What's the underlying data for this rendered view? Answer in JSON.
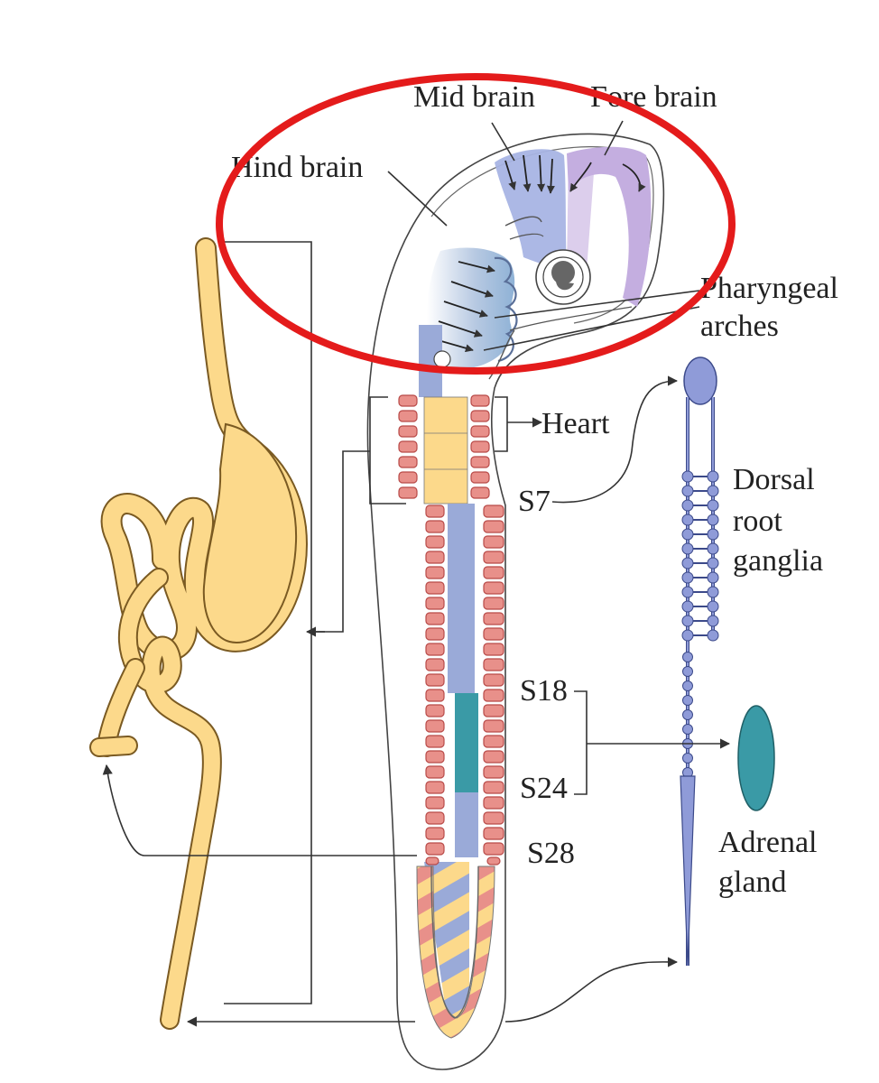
{
  "labels": {
    "mid_brain": "Mid brain",
    "fore_brain": "Fore brain",
    "hind_brain": "Hind brain",
    "pharyngeal_1": "Pharyngeal",
    "pharyngeal_2": "arches",
    "heart": "Heart",
    "s7": "S7",
    "dorsal_1": "Dorsal",
    "dorsal_2": "root",
    "dorsal_3": "ganglia",
    "s18": "S18",
    "s24": "S24",
    "s28": "S28",
    "adrenal_1": "Adrenal",
    "adrenal_2": "gland"
  },
  "colors": {
    "highlight_ellipse": "#e41b1b",
    "gut_tube": "#fcd98b",
    "somite_fill": "#e8908a",
    "somite_stroke": "#b84a48",
    "neural_blue": "#9aaad8",
    "midbrain": "#a8b4e4",
    "forebrain": "#c4aee0",
    "hindbrain_arches": "#8fb2d6",
    "cardiac_yellow": "#fcd98b",
    "adrenal_teal": "#3a9aa6",
    "ganglia_chain": "#8f9bd8",
    "outline": "#444444"
  }
}
